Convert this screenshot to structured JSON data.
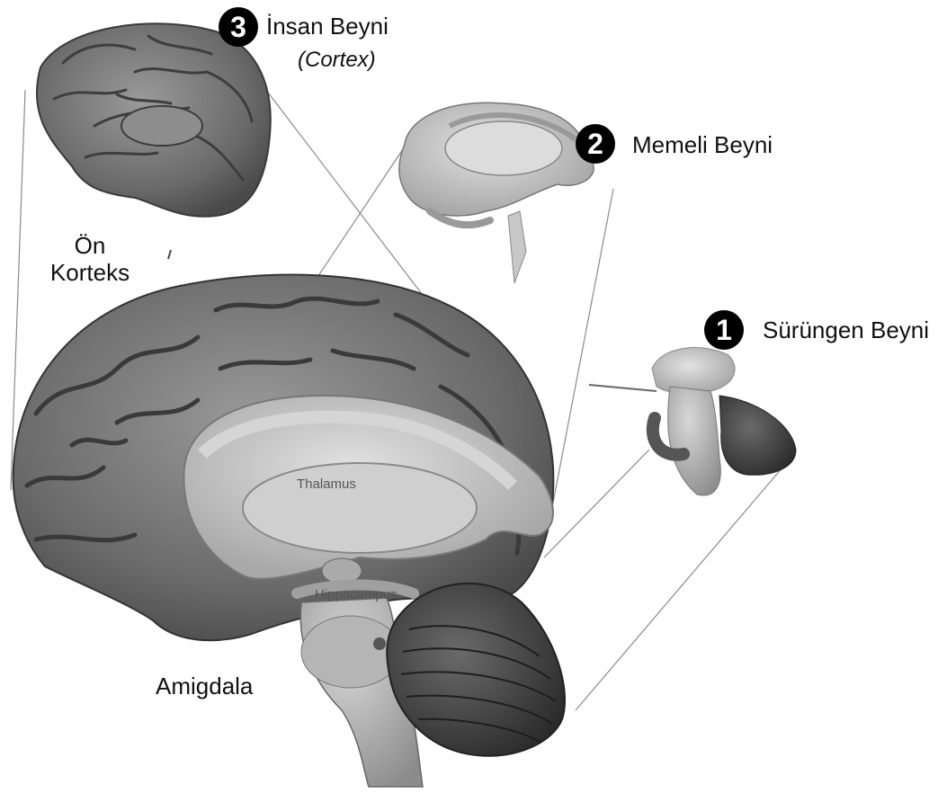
{
  "labels": {
    "human": {
      "number": "3",
      "title": "İnsan Beyni",
      "subtitle": "(Cortex)"
    },
    "mammal": {
      "number": "2",
      "title": "Memeli Beyni"
    },
    "reptile": {
      "number": "1",
      "title": "Sürüngen Beyni"
    },
    "prefrontal": {
      "line1": "Ön",
      "line2": "Korteks"
    },
    "amygdala": "Amigdala",
    "thalamus": "Thalamus",
    "hippocampus": "Hippocampus"
  },
  "colors": {
    "cortex": "#6f6f6f",
    "limbic": "#bdbdbd",
    "brainstem": "#9a9a9a",
    "cerebellum": "#3d3d3d",
    "badge": "#000000"
  }
}
